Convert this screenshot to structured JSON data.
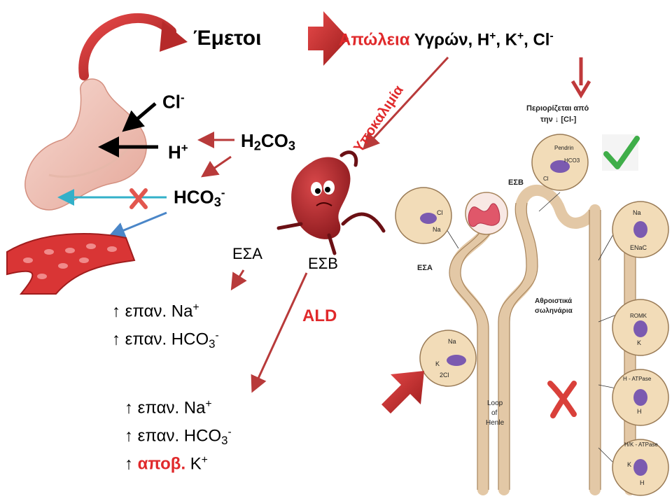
{
  "title": "Έμετοι",
  "loss": {
    "label": "Απώλεια",
    "rest": "Υγρών, H",
    "k": ", K",
    "cl": ", Cl"
  },
  "hypokalemia": "Υποκαλιμία",
  "stomach": {
    "cl": "Cl",
    "h": "H",
    "h2co3": "H",
    "h2co3_co": "CO",
    "hco3": "HCO"
  },
  "esa": "ΕΣΑ",
  "esb": "ΕΣΒ",
  "ald": "ALD",
  "esa_effects": {
    "line1_pre": "↑ επαν. Na",
    "line2_pre": "↑ επαν. HCO"
  },
  "esb_effects": {
    "line1_pre": "↑ επαν. Na",
    "line2_pre": "↑ επαν. HCO",
    "line3_arrow": "↑ ",
    "line3_red": "αποβ.",
    "line3_rest": " K"
  },
  "nephron": {
    "restricted_line1": "Περιορίζεται από",
    "restricted_line2": "την ↓ [Cl-]",
    "esb_label": "ΕΣΒ",
    "esa_label": "ΕΣΑ",
    "collecting_line1": "Αθροιστικά",
    "collecting_line2": "σωληνάρια",
    "loop_line1": "Loop",
    "loop_line2": "of",
    "loop_line3": "Henle",
    "cell_pendrin": [
      "Pendrin",
      "HCO3",
      "Cl"
    ],
    "cell_pct": [
      "Cl",
      "Na"
    ],
    "cell_tal": [
      "Na",
      "K",
      "2Cl"
    ],
    "cell_enac": [
      "Na",
      "ENaC"
    ],
    "cell_romk": [
      "ROMK",
      "K"
    ],
    "cell_hatpase": [
      "H - ATPase",
      "H"
    ],
    "cell_hkatpase": [
      "H/K - ATPase",
      "K",
      "H"
    ]
  },
  "colors": {
    "accent_red": "#e0292b",
    "arrow_dark_red": "#b83a3a",
    "arrow_blue": "#4a86c8",
    "check_green": "#3fae49"
  }
}
